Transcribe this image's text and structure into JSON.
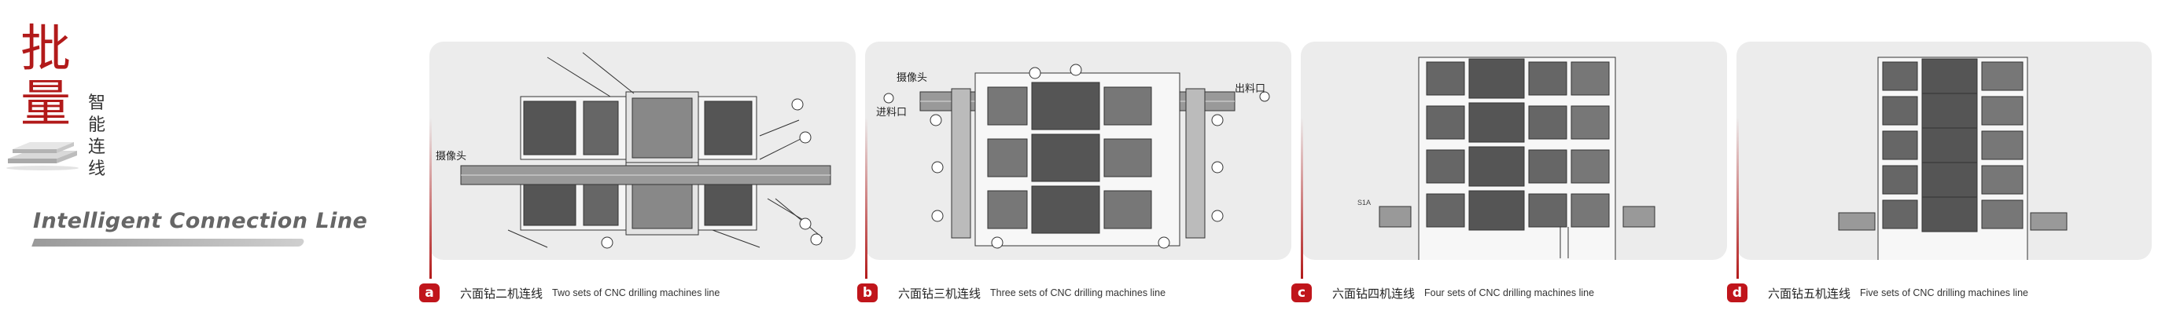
{
  "brand": {
    "title_cn_1": "批",
    "title_cn_2": "量",
    "sub_cn": [
      "智",
      "能",
      "连",
      "线"
    ],
    "title_en": "Intelligent Connection Line",
    "accent_color": "#b21a1a"
  },
  "panels": [
    {
      "letter": "a",
      "caption_cn": "六面钻二机连线",
      "caption_en": "Two sets of CNC drilling machines line",
      "labels": [
        "摄像头"
      ]
    },
    {
      "letter": "b",
      "caption_cn": "六面钻三机连线",
      "caption_en": "Three sets of CNC drilling machines line",
      "labels": [
        "摄像头",
        "进料口",
        "出料口"
      ]
    },
    {
      "letter": "c",
      "caption_cn": "六面钻四机连线",
      "caption_en": "Four sets of CNC drilling machines line",
      "labels": []
    },
    {
      "letter": "d",
      "caption_cn": "六面钻五机连线",
      "caption_en": "Five sets of CNC drilling machines line",
      "labels": []
    }
  ],
  "colors": {
    "badge": "#c0151b",
    "panel_bg": "#ececec"
  }
}
